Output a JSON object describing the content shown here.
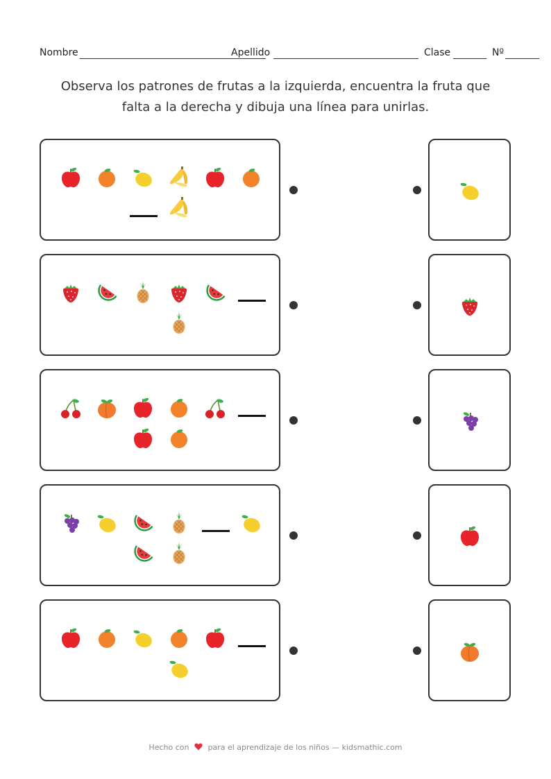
{
  "header": {
    "name_label": "Nombre",
    "surname_label": "Apellido",
    "class_label": "Clase",
    "number_label": "Nº"
  },
  "instructions": {
    "line1": "Observa los patrones de frutas a la izquierda, encuentra la fruta que",
    "line2": "falta a la derecha y dibuja una línea para unirlas."
  },
  "rows": [
    {
      "pattern": [
        "apple-icon",
        "orange-icon",
        "lemon-icon",
        "banana-icon",
        "apple-icon",
        "orange-icon",
        "blank",
        "banana-icon"
      ],
      "answer": "lemon-icon"
    },
    {
      "pattern": [
        "strawberry-icon",
        "watermelon-icon",
        "pineapple-icon",
        "strawberry-icon",
        "watermelon-icon",
        "blank",
        "pineapple-icon"
      ],
      "answer": "strawberry-icon"
    },
    {
      "pattern": [
        "cherry-icon",
        "peach-icon",
        "apple-icon",
        "orange-icon",
        "cherry-icon",
        "blank",
        "apple-icon",
        "orange-icon"
      ],
      "answer": "grapes-icon"
    },
    {
      "pattern": [
        "grapes-icon",
        "lemon-icon",
        "watermelon-icon",
        "pineapple-icon",
        "blank",
        "lemon-icon",
        "watermelon-icon",
        "pineapple-icon"
      ],
      "answer": "apple-icon"
    },
    {
      "pattern": [
        "apple-icon",
        "orange-icon",
        "lemon-icon",
        "orange-icon",
        "apple-icon",
        "blank",
        "lemon-icon"
      ],
      "answer": "peach-icon"
    }
  ],
  "footer": {
    "prefix": "Hecho con",
    "suffix": "para el aprendizaje de los niños — kidsmathic.com",
    "heart_color": "#e0333d"
  },
  "colors": {
    "apple": "#e8242b",
    "orange": "#f3832a",
    "lemon": "#f5d02c",
    "banana": "#f6cc3b",
    "strawberry": "#d9252b",
    "watermelon": "#e23b3b",
    "pineapple": "#e8a85c",
    "cherry": "#d8232a",
    "peach": "#f07b2d",
    "grapes": "#7b3fa8",
    "leaf": "#3fae49"
  }
}
